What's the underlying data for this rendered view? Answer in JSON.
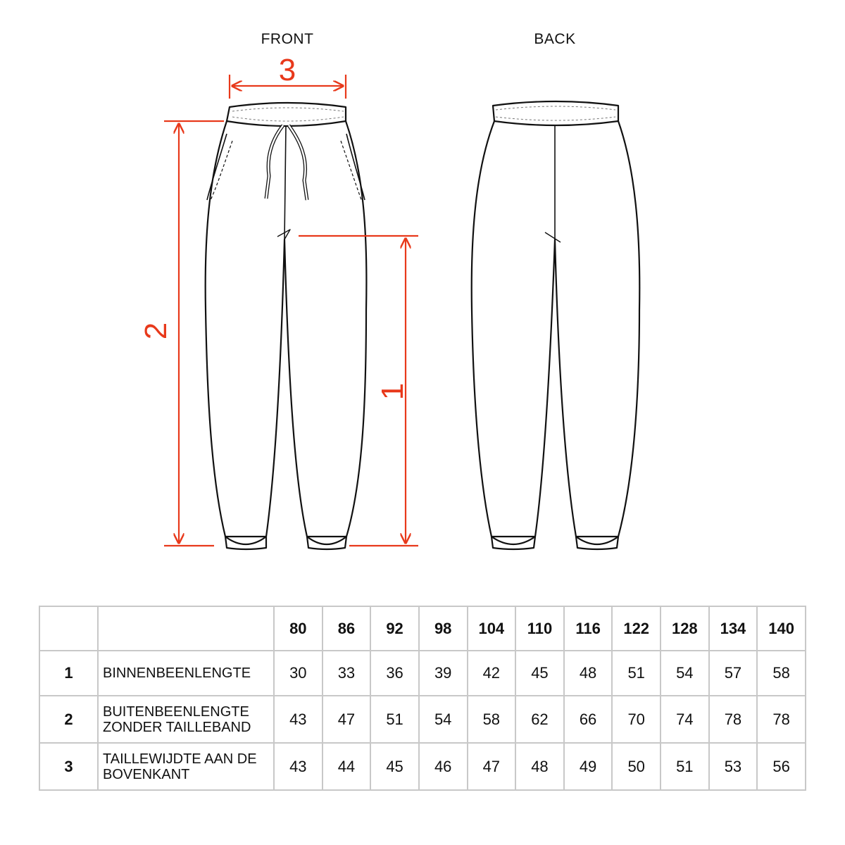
{
  "views": {
    "front": "FRONT",
    "back": "BACK"
  },
  "dimension_markers": [
    "1",
    "2",
    "3"
  ],
  "colors": {
    "accent": "#e8391b",
    "line": "#111111",
    "grid": "#c8c8c8"
  },
  "table": {
    "sizes": [
      "80",
      "86",
      "92",
      "98",
      "104",
      "110",
      "116",
      "122",
      "128",
      "134",
      "140"
    ],
    "rows": [
      {
        "index": "1",
        "name": "BINNENBEENLENGTE",
        "values": [
          "30",
          "33",
          "36",
          "39",
          "42",
          "45",
          "48",
          "51",
          "54",
          "57",
          "58"
        ]
      },
      {
        "index": "2",
        "name": "BUITENBEENLENGTE ZONDER TAILLEBAND",
        "values": [
          "43",
          "47",
          "51",
          "54",
          "58",
          "62",
          "66",
          "70",
          "74",
          "78",
          "78"
        ]
      },
      {
        "index": "3",
        "name": "TAILLEWIJDTE AAN DE BOVENKANT",
        "values": [
          "43",
          "44",
          "45",
          "46",
          "47",
          "48",
          "49",
          "50",
          "51",
          "53",
          "56"
        ]
      }
    ]
  }
}
